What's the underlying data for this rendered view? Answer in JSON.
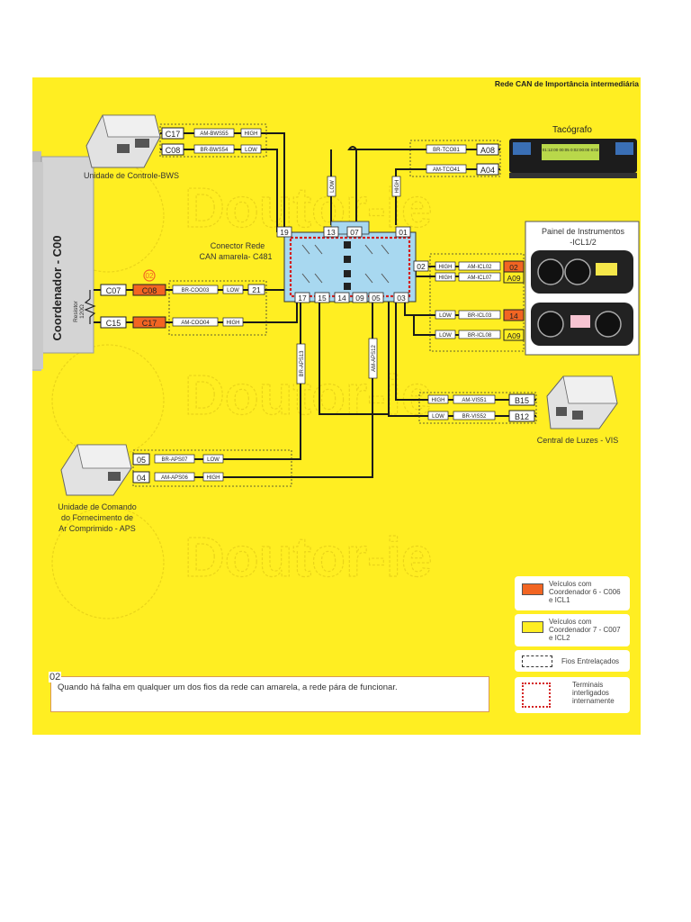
{
  "header": {
    "title": "Rede CAN de Importância intermediária"
  },
  "devices": {
    "bws": "Unidade de Controle-BWS",
    "tachograph": "Tacógrafo",
    "tachograph_display": "01:12:00 00:05 0:02:00:00 8:02",
    "connector_line1": "Conector Rede",
    "connector_line2": "CAN amarela- C481",
    "panel_line1": "Painel de Instrumentos",
    "panel_line2": "-ICL1/2",
    "coordinator": "Coordenador - C00",
    "resistor_line1": "Resistor",
    "resistor_line2": "120Ω",
    "vis": "Central de Luzes - VIS",
    "aps_line1": "Unidade de Comando",
    "aps_line2": "do Fornecimento de",
    "aps_line3": "Ar Comprimido - APS"
  },
  "pins": {
    "bws_c17": "C17",
    "bws_c08": "C08",
    "tco_a08": "A08",
    "tco_a04": "A04",
    "coord_c07": "C07",
    "coord_c08": "C08",
    "coord_c15": "C15",
    "coord_c17": "C17",
    "icl_02": "02",
    "icl_a09a": "A09",
    "icl_14": "14",
    "icl_a09b": "A09",
    "vis_b15": "B15",
    "vis_b12": "B12",
    "aps_05": "05",
    "aps_04": "04",
    "badge_02": "02"
  },
  "wires": {
    "bws_am": "AM-BWS55",
    "bws_high": "HIGH",
    "bws_br": "BR-BWS54",
    "bws_low": "LOW",
    "tco_br": "BR-TCO81",
    "tco_am": "AM-TCO41",
    "coord_br": "BR-COO03",
    "coord_low": "LOW",
    "coord_am": "AM-COO04",
    "coord_high": "HIGH",
    "icl_high": "HIGH",
    "icl_am02": "AM-ICL02",
    "icl_high2": "HIGH",
    "icl_am07": "AM-ICL07",
    "icl_low": "LOW",
    "icl_br03": "BR-ICL03",
    "icl_low2": "LOW",
    "icl_br08": "BR-ICL08",
    "vis_high": "HIGH",
    "vis_am": "AM-VIS51",
    "vis_low": "LOW",
    "vis_br": "BR-VIS52",
    "aps_br": "BR-APS07",
    "aps_low": "LOW",
    "aps_am": "AM-APS06",
    "aps_high": "HIGH",
    "vert_low": "LOW",
    "vert_high": "HIGH",
    "vert_br": "BR-APS13",
    "vert_am": "AM-APS12"
  },
  "connector_pins": {
    "top_19": "19",
    "top_13": "13",
    "top_07": "07",
    "top_01": "01",
    "right_02": "02",
    "left_21": "21",
    "bot_17": "17",
    "bot_15": "15",
    "bot_14": "14",
    "bot_09": "09",
    "bot_05": "05",
    "bot_03": "03"
  },
  "note": {
    "number": "02",
    "text": "Quando há falha em qualquer um dos fios da rede can amarela, a rede pára de funcionar."
  },
  "legend": {
    "orange_line1": "Veículos com",
    "orange_line2": "Coordenador 6 - C006",
    "orange_line3": "e ICL1",
    "yellow_line1": "Veículos com",
    "yellow_line2": "Coordenador 7 - C007",
    "yellow_line3": "e ICL2",
    "twisted": "Fios Entrelaçados",
    "term_line1": "Terminais",
    "term_line2": "interligados",
    "term_line3": "internamente"
  },
  "watermark": "Doutor-ie",
  "colors": {
    "background": "#ffee22",
    "orange": "#f26522",
    "wire": "#1a1a1a",
    "connector": "#a8d8f0",
    "red_dotted": "#d42020"
  }
}
